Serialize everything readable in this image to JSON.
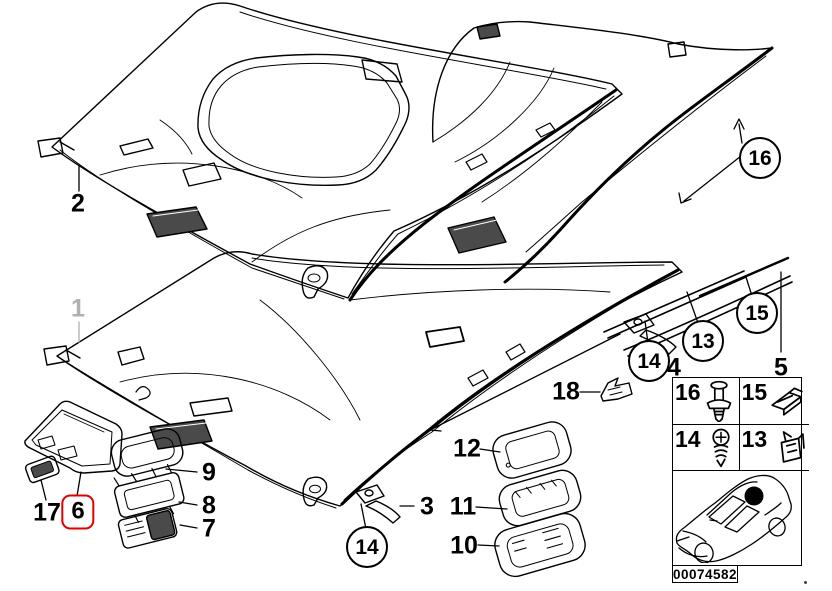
{
  "diagram": {
    "kind": "vehicle headlining / roof trim exploded parts diagram",
    "number": "00074582",
    "colors": {
      "line": "#000000",
      "highlight_box": "#e10000",
      "muted_label": "#b0b0b0"
    }
  },
  "callouts": [
    {
      "label": "2",
      "style": "plain"
    },
    {
      "label": "1",
      "style": "muted"
    },
    {
      "label": "16",
      "style": "circled"
    },
    {
      "label": "15",
      "style": "circled"
    },
    {
      "label": "13",
      "style": "circled"
    },
    {
      "label": "14",
      "style": "circled"
    },
    {
      "label": "4",
      "style": "plain"
    },
    {
      "label": "5",
      "style": "plain"
    },
    {
      "label": "18",
      "style": "plain"
    },
    {
      "label": "12",
      "style": "plain"
    },
    {
      "label": "3",
      "style": "plain"
    },
    {
      "label": "11",
      "style": "plain"
    },
    {
      "label": "10",
      "style": "plain"
    },
    {
      "label": "9",
      "style": "plain"
    },
    {
      "label": "8",
      "style": "plain"
    },
    {
      "label": "7",
      "style": "plain"
    },
    {
      "label": "17",
      "style": "plain"
    },
    {
      "label": "6",
      "style": "highlighted"
    },
    {
      "label": "14",
      "style": "circled"
    }
  ],
  "legend": {
    "cells": [
      {
        "label": "16",
        "icon": "expansion-rivet-icon"
      },
      {
        "label": "15",
        "icon": "sheet-metal-clip-icon"
      },
      {
        "label": "14",
        "icon": "tapping-screw-icon"
      },
      {
        "label": "13",
        "icon": "spring-clip-icon"
      }
    ],
    "vehicle_thumbnail": "coupe-roof-location-icon"
  },
  "footer": {
    "diagram_number": "00074582"
  }
}
